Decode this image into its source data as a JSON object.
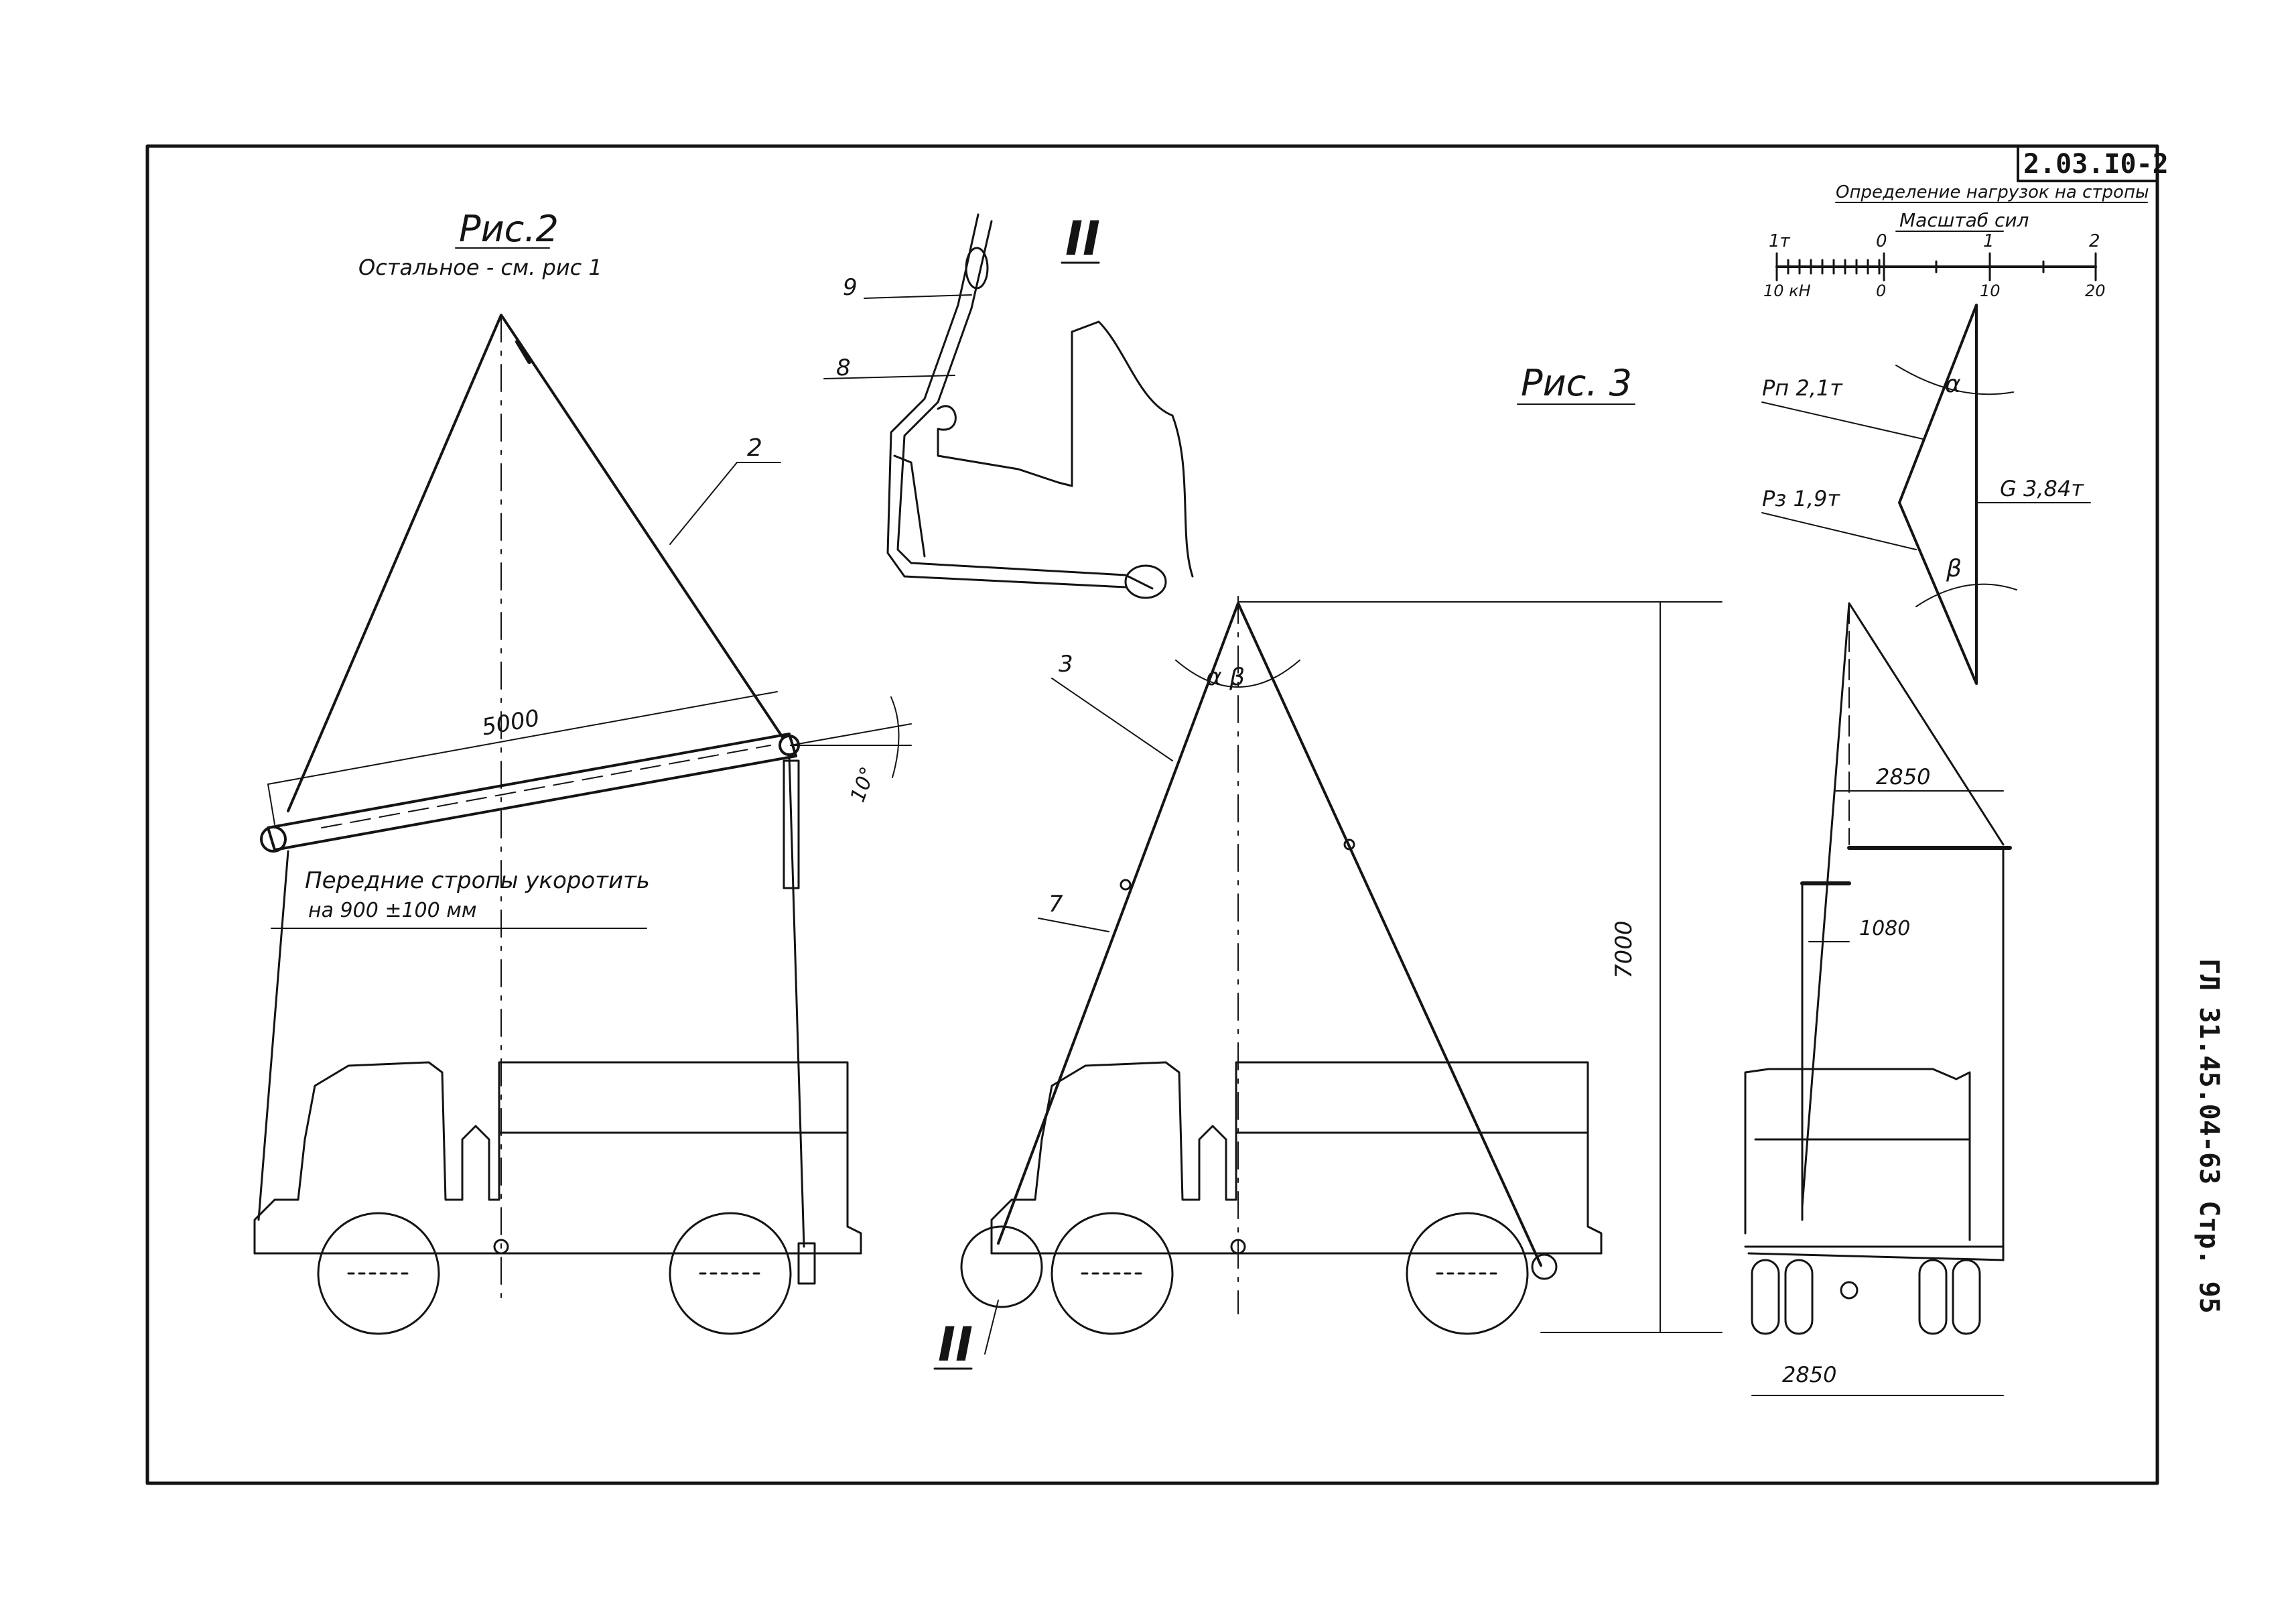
{
  "stamp": {
    "code": "2.03.I0-2"
  },
  "side_note": "ГЛ 31.45.04-63  Стр. 95",
  "scale_block": {
    "title": "Определение нагрузок на стропы",
    "subtitle": "Масштаб сил",
    "top_ticks": [
      "1т",
      "0",
      "1",
      "2"
    ],
    "bottom_ticks": [
      "10 кН",
      "0",
      "10",
      "20"
    ]
  },
  "fig2": {
    "title": "Рис.2",
    "subtitle": "Остальное - см. рис 1",
    "callout_sling": "2",
    "dim_boom": "5000",
    "angle": "10°",
    "note_line1": "Передние стропы укоротить",
    "note_line2": "на 900 ±100 мм"
  },
  "detail": {
    "title": "II",
    "callout_9": "9",
    "callout_8": "8"
  },
  "fig3": {
    "title": "Рис. 3",
    "callout_3": "3",
    "callout_7": "7",
    "angles": "α β",
    "dim_height": "7000",
    "detail_mark": "II"
  },
  "force_diagram": {
    "label_pn": "Pп 2,1т",
    "label_pz": "Pз 1,9т",
    "label_g": "G 3,84т",
    "alpha": "α",
    "beta": "β"
  },
  "rear_view": {
    "dim_top": "2850",
    "dim_mid": "1080",
    "dim_bottom": "2850"
  }
}
